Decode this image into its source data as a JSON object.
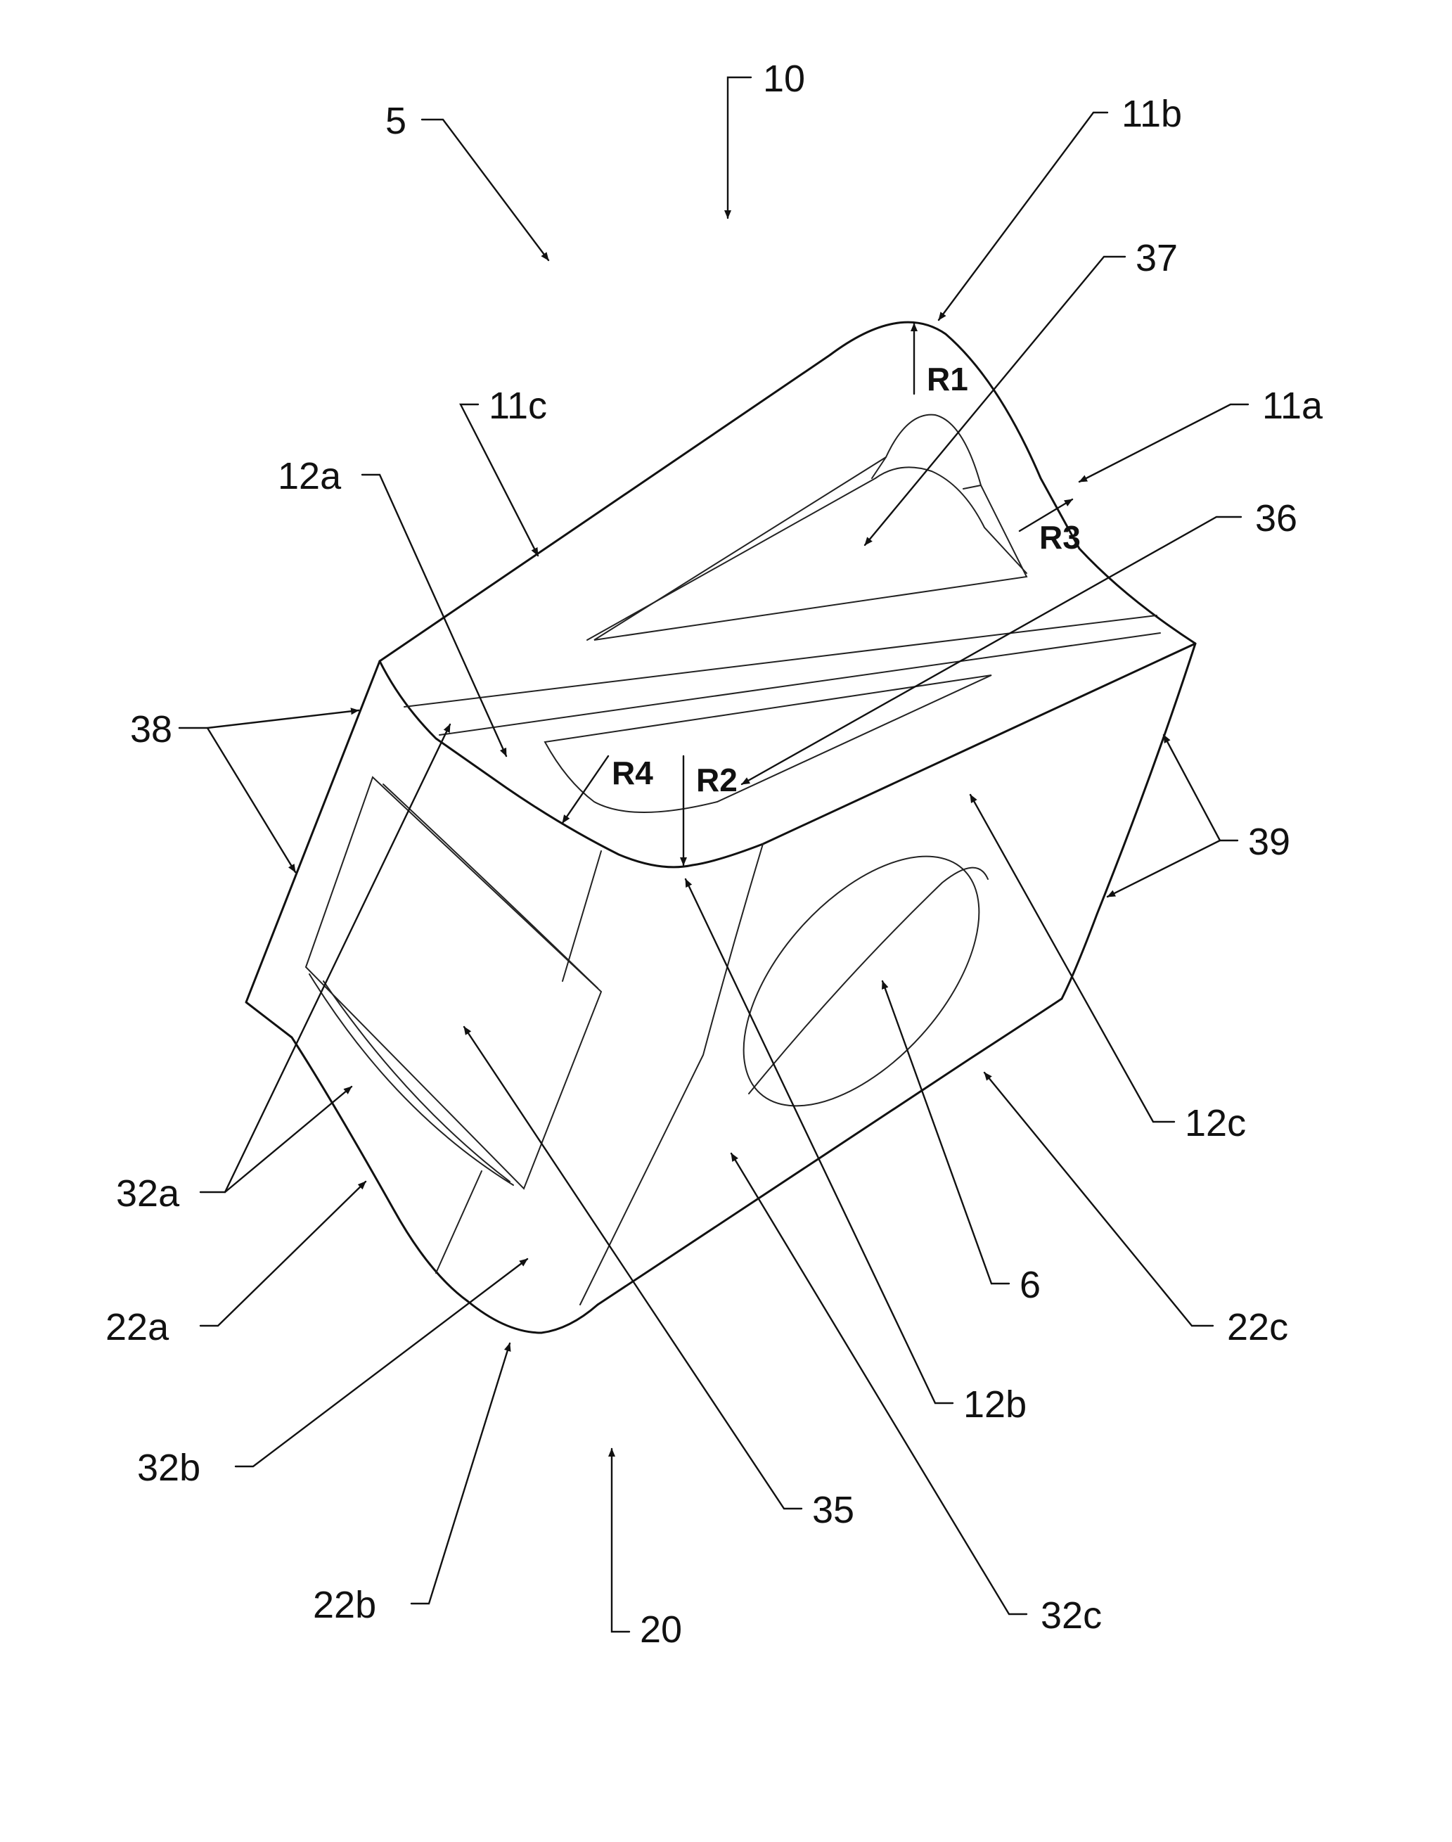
{
  "labels": {
    "l5": "5",
    "l10": "10",
    "l11a": "11a",
    "l11b": "11b",
    "l11c": "11c",
    "l12a": "12a",
    "l12b": "12b",
    "l12c": "12c",
    "l20": "20",
    "l22a": "22a",
    "l22b": "22b",
    "l22c": "22c",
    "l32a": "32a",
    "l32b": "32b",
    "l32c": "32c",
    "l35": "35",
    "l36": "36",
    "l37": "37",
    "l38": "38",
    "l39": "39",
    "l6": "6"
  },
  "radii": {
    "r1": "R1",
    "r2": "R2",
    "r3": "R3",
    "r4": "R4"
  }
}
